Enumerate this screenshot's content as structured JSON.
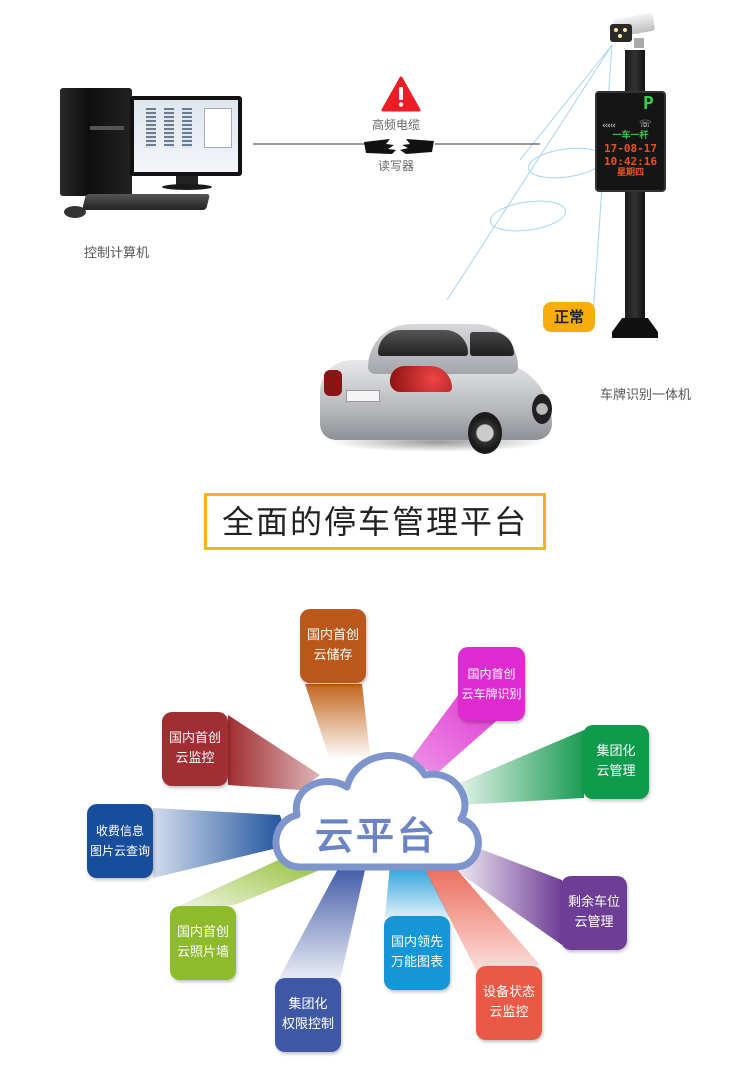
{
  "top_diagram": {
    "computer": {
      "label": "控制计算机"
    },
    "link": {
      "warning_icon": "warning-triangle-icon",
      "cable_label": "高频电缆",
      "reader_label": "读写器"
    },
    "plate_machine": {
      "label": "车牌识别一体机",
      "display": {
        "parking_sign": "P",
        "line1": "一车一杆",
        "date": "17-08-17",
        "time": "10:42:16",
        "weekday": "星期四"
      },
      "status_badge": "正常"
    },
    "colors": {
      "warning": "#ee1c25",
      "badge": "#f7ae0d",
      "beam": "#8ec3ea"
    }
  },
  "title": {
    "text": "全面的停车管理平台",
    "border_color": "#f3b51a"
  },
  "cloud_platform": {
    "center_label": "云平台",
    "nodes": [
      {
        "id": "cloud-storage",
        "line1": "国内首创",
        "line2": "云储存",
        "color": "#b9581a"
      },
      {
        "id": "cloud-plate-recognition",
        "line1": "国内首创",
        "line2": "云车牌识别",
        "color": "#dd2bcf"
      },
      {
        "id": "group-cloud-management",
        "line1": "集团化",
        "line2": "云管理",
        "color": "#0f9a4c"
      },
      {
        "id": "remaining-spaces",
        "line1": "剩余车位",
        "line2": "云管理",
        "color": "#6e3e96"
      },
      {
        "id": "device-status",
        "line1": "设备状态",
        "line2": "云监控",
        "color": "#e85a46"
      },
      {
        "id": "charts",
        "line1": "国内领先",
        "line2": "万能图表",
        "color": "#1597d7"
      },
      {
        "id": "group-permissions",
        "line1": "集团化",
        "line2": "权限控制",
        "color": "#3e58a6"
      },
      {
        "id": "photo-wall",
        "line1": "国内首创",
        "line2": "云照片墙",
        "color": "#8dbb2b"
      },
      {
        "id": "fee-photo-query",
        "line1": "收费信息",
        "line2": "图片云查询",
        "color": "#184d9b"
      },
      {
        "id": "cloud-monitoring",
        "line1": "国内首创",
        "line2": "云监控",
        "color": "#a02e32"
      }
    ]
  }
}
